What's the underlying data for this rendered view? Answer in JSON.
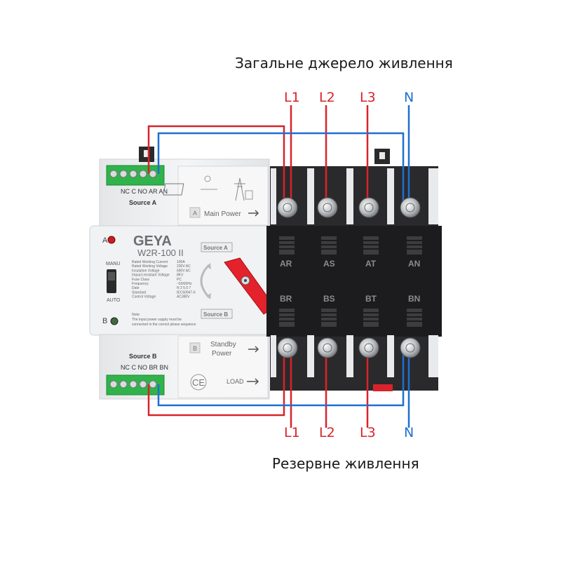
{
  "captions": {
    "main_supply": "Загальне джерело живлення",
    "backup_supply": "Резервне живлення"
  },
  "phases_top": [
    {
      "label": "L1",
      "color": "#d8232a"
    },
    {
      "label": "L2",
      "color": "#d8232a"
    },
    {
      "label": "L3",
      "color": "#d8232a"
    },
    {
      "label": "N",
      "color": "#1f6fd1"
    }
  ],
  "phases_bottom": [
    {
      "label": "L1",
      "color": "#d8232a"
    },
    {
      "label": "L2",
      "color": "#d8232a"
    },
    {
      "label": "L3",
      "color": "#d8232a"
    },
    {
      "label": "N",
      "color": "#1f6fd1"
    }
  ],
  "device": {
    "brand": "GEYA",
    "model": "W2R-100 II",
    "indicator_a": "A",
    "indicator_b": "B",
    "mode_manu": "MANU",
    "mode_auto": "AUTO",
    "source_a_tag": "Source A",
    "source_b_tag": "Source B",
    "terminal_a_pins": "NC C NO AR AN",
    "terminal_b_pins": "NC C NO BR BN",
    "terminal_a_label": "Source A",
    "terminal_b_label": "Source B",
    "main_power_letter": "A",
    "main_power_label": "Main Power",
    "standby_letter": "B",
    "standby_label_1": "Standby",
    "standby_label_2": "Power",
    "load_label": "LOAD",
    "ce_mark": "CE",
    "specs": [
      {
        "name": "Rated Working Current",
        "value": "100A"
      },
      {
        "name": "Rated Working Voltage",
        "value": "230V AC"
      },
      {
        "name": "Insulation Voltage",
        "value": "690V AC"
      },
      {
        "name": "Impact-resistant Voltage",
        "value": "8KV"
      },
      {
        "name": "Fuse Class",
        "value": "PC"
      },
      {
        "name": "Frequency",
        "value": "~50/60Hz"
      },
      {
        "name": "Date",
        "value": "N 2 5.0 7"
      },
      {
        "name": "Standard",
        "value": "IEC60947-6"
      },
      {
        "name": "Control Voltage",
        "value": "AC380V"
      }
    ],
    "note_title": "Note:",
    "note_line_1": "The input power supply must be",
    "note_line_2": "connected in the correct phase sequence",
    "poles_top": [
      "AR",
      "AS",
      "AT",
      "AN"
    ],
    "poles_bottom": [
      "BR",
      "BS",
      "BT",
      "BN"
    ]
  },
  "colors": {
    "phase_wire": "#d8232a",
    "neutral_wire": "#1f6fd1",
    "terminal_green": "#2fb34a",
    "handle_red": "#e3222b",
    "pole_block": "#1c1c1e"
  }
}
